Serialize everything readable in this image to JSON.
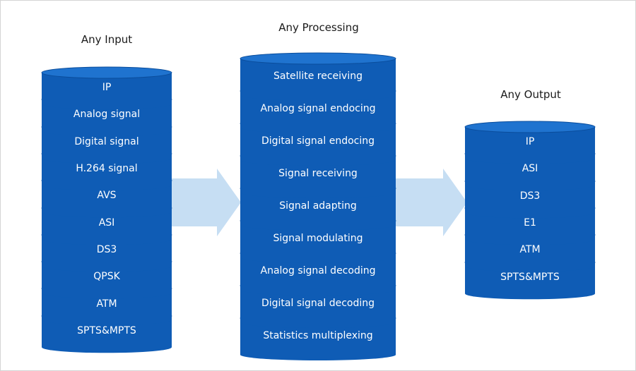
{
  "colors": {
    "disk_body": "#0f5cb5",
    "disk_top": "#1f73cf",
    "disk_rim": "#0a4d9c",
    "arrow": "#c6def3",
    "label": "#ffffff"
  },
  "input": {
    "title": "Any Input",
    "items": [
      "IP",
      "Analog signal",
      "Digital signal",
      "H.264 signal",
      "AVS",
      "ASI",
      "DS3",
      "QPSK",
      "ATM",
      "SPTS&MPTS"
    ]
  },
  "processing": {
    "title": "Any Processing",
    "items": [
      "Satellite receiving",
      "Analog signal endocing",
      "Digital signal endocing",
      "Signal receiving",
      "Signal adapting",
      "Signal modulating",
      "Analog signal decoding",
      "Digital signal decoding",
      "Statistics multiplexing"
    ]
  },
  "output": {
    "title": "Any Output",
    "items": [
      "IP",
      "ASI",
      "DS3",
      "E1",
      "ATM",
      "SPTS&MPTS"
    ]
  },
  "arrows": [
    "input-to-processing",
    "processing-to-output"
  ]
}
